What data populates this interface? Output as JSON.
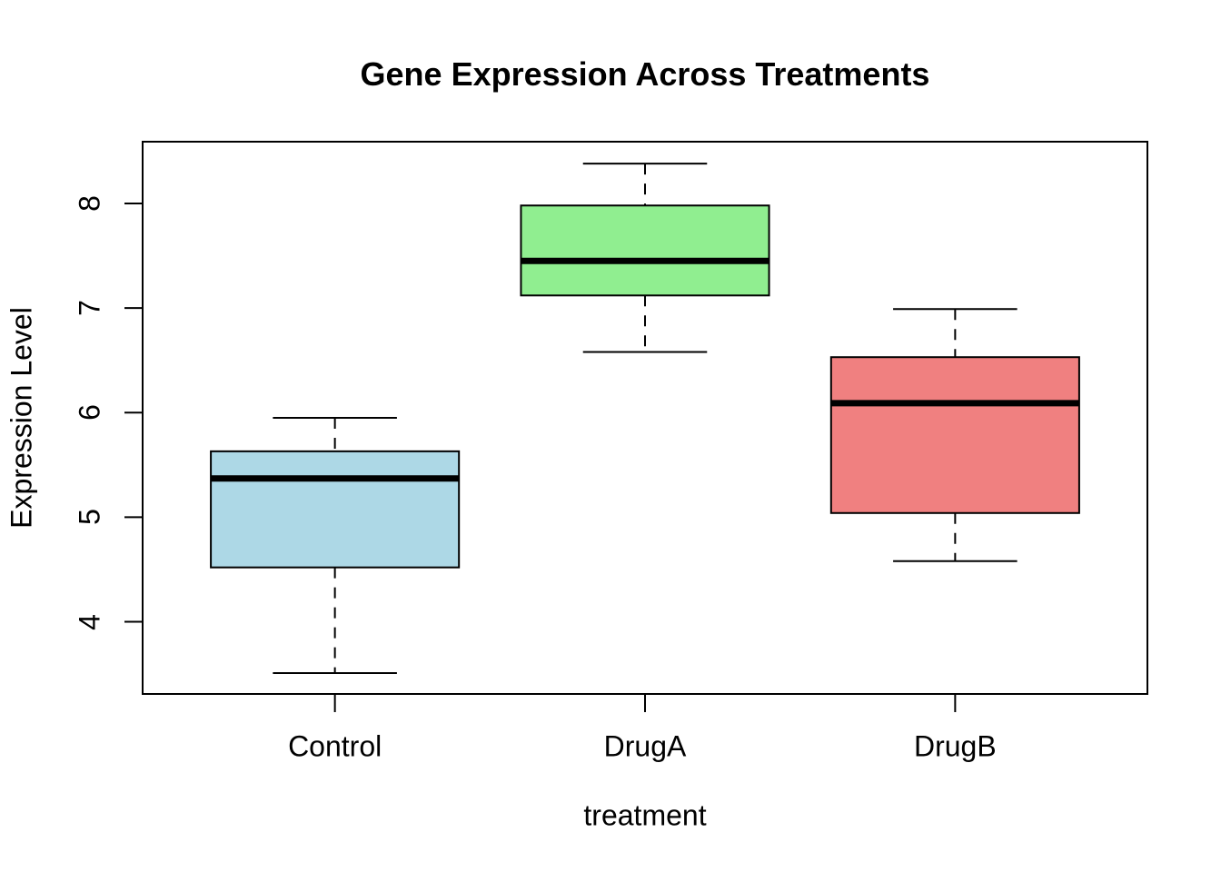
{
  "chart_data": {
    "type": "boxplot",
    "title": "Gene Expression Across Treatments",
    "xlabel": "treatment",
    "ylabel": "Expression Level",
    "categories": [
      "Control",
      "DrugA",
      "DrugB"
    ],
    "positions": [
      1,
      2,
      3
    ],
    "series": [
      {
        "name": "Control",
        "min": 3.51,
        "q1": 4.52,
        "median": 5.37,
        "q3": 5.63,
        "max": 5.95,
        "fill": "#ADD8E6"
      },
      {
        "name": "DrugA",
        "min": 6.58,
        "q1": 7.12,
        "median": 7.45,
        "q3": 7.98,
        "max": 8.38,
        "fill": "#90EE90"
      },
      {
        "name": "DrugB",
        "min": 4.58,
        "q1": 5.04,
        "median": 6.09,
        "q3": 6.53,
        "max": 6.99,
        "fill": "#F08080"
      }
    ],
    "y_ticks": [
      4,
      5,
      6,
      7,
      8
    ],
    "ylim": [
      3.31,
      8.59
    ],
    "xlim": [
      0.38,
      3.62
    ],
    "box_width": 0.8,
    "cap_width": 0.4,
    "grid": false,
    "legend": "none",
    "stroke_color": "#000000",
    "background": "#FFFFFF"
  }
}
